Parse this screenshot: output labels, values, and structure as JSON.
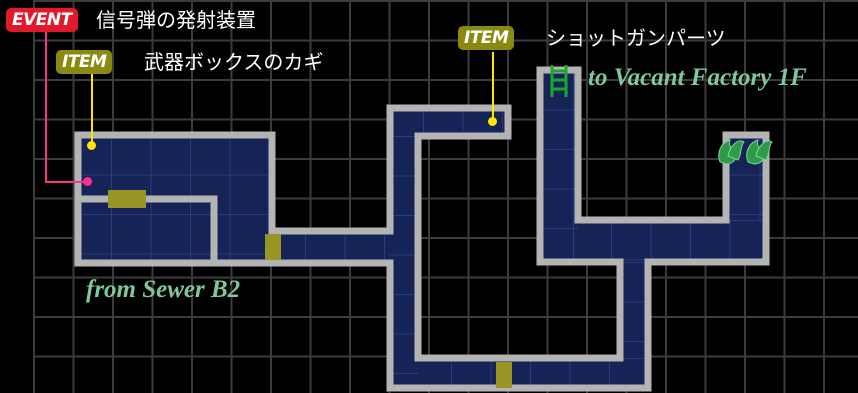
{
  "annotations": {
    "event": {
      "tag": "EVENT",
      "label": "信号弾の発射装置"
    },
    "item_keys": {
      "tag": "ITEM",
      "label": "武器ボックスのカギ"
    },
    "item_parts": {
      "tag": "ITEM",
      "label": "ショットガンパーツ"
    }
  },
  "area_labels": {
    "to_factory": "to Vacant Factory 1F",
    "from_sewer": "from Sewer B2"
  },
  "colors": {
    "background": "#000000",
    "grid": "#3c3c3c",
    "room_fill": "#152357",
    "wall": "#b4b4b4",
    "door": "#9a9424",
    "event": "#e2182b",
    "item": "#8a8a10",
    "item_marker": "#ffe600",
    "event_marker": "#ff2d8e",
    "area_label": "#7ec89a",
    "ladder": "#1aa82a",
    "plant": "#2e9a4a"
  },
  "icons": {
    "ladder": "ladder-icon",
    "plant": "green-herb-icon"
  }
}
